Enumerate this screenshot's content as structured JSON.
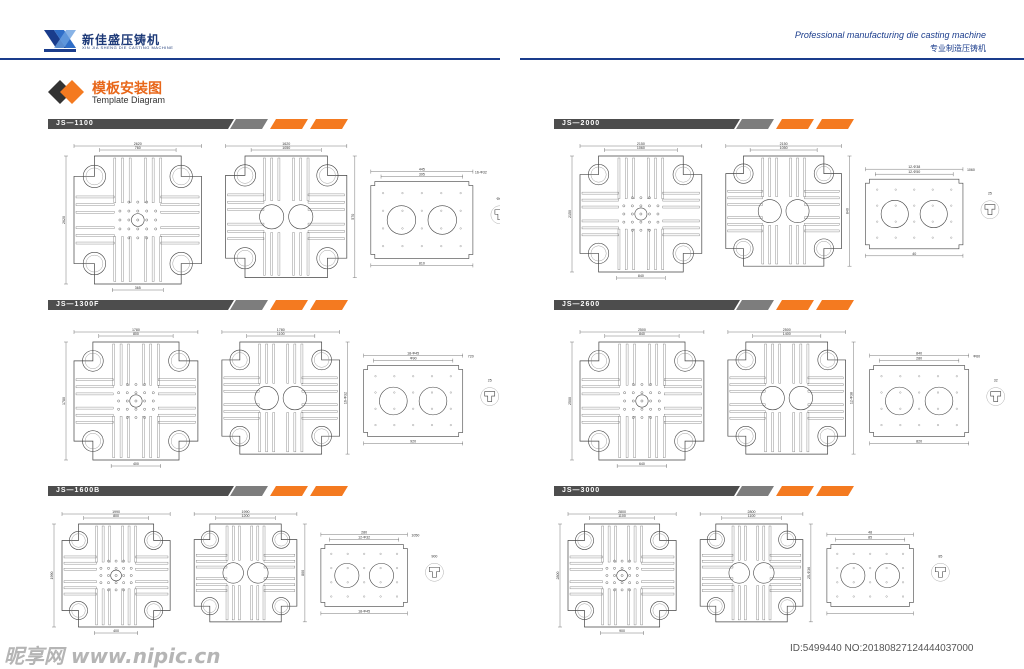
{
  "header": {
    "brand_cn": "新佳盛压铸机",
    "brand_en": "XIN JIA SHENG DIE CASTING MACHINE",
    "tagline_en": "Professional manufacturing die casting machine",
    "tagline_cn": "专业制造压铸机"
  },
  "page_title": {
    "cn": "模板安装图",
    "en": "Template Diagram"
  },
  "sections": [
    {
      "model": "JS—1100",
      "dims": {
        "a": "2620",
        "b": "760",
        "c": "365",
        "d": "1620",
        "e": "1050",
        "f": "570",
        "g": "445",
        "h": "395",
        "i": "16-Φ32",
        "j": "810",
        "k": "18-Φ45",
        "l": "Φ70",
        "m": "Φ60"
      }
    },
    {
      "model": "JS—2000",
      "dims": {
        "a": "2150",
        "b": "1060",
        "c": "840",
        "d": "2150",
        "e": "1050",
        "f": "840",
        "g": "12-Φ38",
        "h": "12-Φ50",
        "i": "1060",
        "j": "40",
        "k": "45",
        "l": "25"
      }
    },
    {
      "model": "JS—1300F",
      "dims": {
        "a": "1780",
        "b": "800",
        "c": "400",
        "d": "1780",
        "e": "1100",
        "f": "16-Φ32",
        "g": "18-Φ45",
        "h": "Φ90",
        "i": "720",
        "j": "920",
        "k": "25"
      }
    },
    {
      "model": "JS—2600",
      "dims": {
        "a": "2500",
        "b": "840",
        "c": "640",
        "d": "2500",
        "e": "1400",
        "f": "12-Φ38",
        "g": "840",
        "h": "280",
        "i": "Φ60",
        "j": "820",
        "k": "1170",
        "l": "42",
        "m": "70",
        "n": "32"
      }
    },
    {
      "model": "JS—1600B",
      "dims": {
        "a": "1990",
        "b": "800",
        "c": "400",
        "d": "1990",
        "e": "1200",
        "f": "800",
        "g": "280",
        "h": "12-Φ32",
        "i": "1050",
        "j": "18-Φ45",
        "k": "650",
        "l": "900"
      }
    },
    {
      "model": "JS—3000",
      "dims": {
        "a": "2800",
        "b": "1100",
        "c": "900",
        "d": "2800",
        "e": "1100",
        "f": "25-Φ36",
        "g": "48",
        "h": "85"
      }
    }
  ],
  "watermark": {
    "left": "昵享网 www.nipic.cn",
    "right": "ID:5499440 NO:20180827124444037000"
  },
  "colors": {
    "brand_blue": "#1a3c8c",
    "accent_orange": "#f47a20",
    "bar_dark": "#4d4d4d",
    "bar_gray": "#7d7d7d",
    "line": "#555555"
  }
}
